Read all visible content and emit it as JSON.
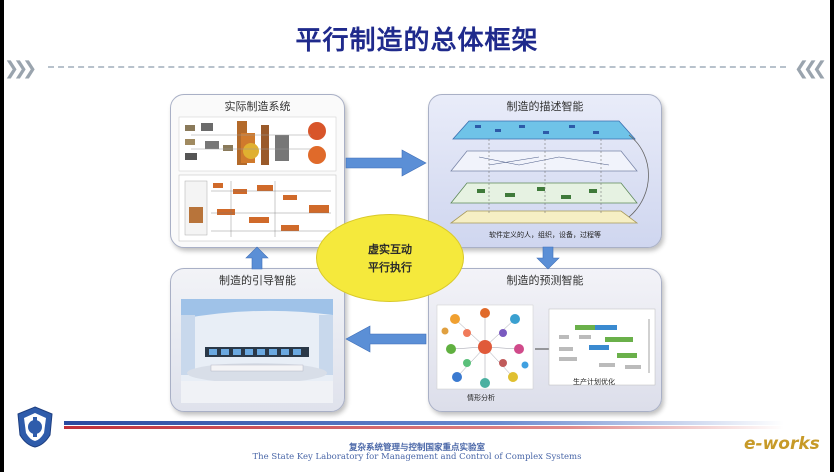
{
  "slide": {
    "title": "平行制造的总体框架"
  },
  "panels": {
    "actual_system": {
      "title": "实际制造系统"
    },
    "descriptive": {
      "title": "制造的描述智能",
      "caption": "软件定义的人，组织，设备，过程等"
    },
    "guiding": {
      "title": "制造的引导智能"
    },
    "predictive": {
      "title": "制造的预测智能",
      "caption_left": "情形分析",
      "caption_right": "生产计划优化"
    }
  },
  "center": {
    "line1": "虚实互动",
    "line2": "平行执行"
  },
  "footer": {
    "org_cn": "复杂系统管理与控制国家重点实验室",
    "org_en": "The State Key Laboratory for Management and Control of Complex Systems",
    "brand": "e-works"
  },
  "colors": {
    "title": "#1f2a8c",
    "arrow": "#5b8fd6",
    "ellipse": "#f5e93c",
    "footer_text": "#4a67a8",
    "brand": "#c79a28"
  },
  "icons": {
    "left_chevrons": "double-chevron-right-icon",
    "right_chevrons": "double-chevron-left-icon",
    "logo": "lab-shield-logo-icon"
  }
}
